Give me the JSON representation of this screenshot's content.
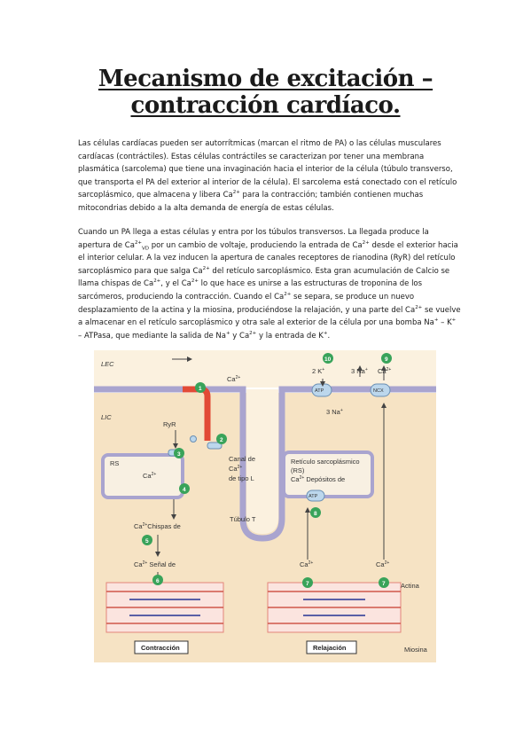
{
  "title": {
    "line1": "Mecanismo de excitación –",
    "line2": "contracción cardíaco."
  },
  "paragraph1": {
    "a": "Las células cardíacas pueden ser autorrítmicas (marcan el ritmo de PA) o las células musculares cardíacas (contráctiles). Estas células contráctiles se caracterizan por tener una membrana plasmática (sarcolema) que tiene una invaginación hacia el interior de la célula (túbulo transverso, que transporta el PA del exterior al interior de la célula). El sarcolema está conectado con el retículo sarcoplásmico, que almacena y libera Ca",
    "b": " para la contracción; también contienen muchas mitocondrias debido a la alta demanda de energía de estas células."
  },
  "paragraph2": {
    "a": "Cuando un PA llega a estas células y entra por los túbulos transversos. La llegada produce la apertura de Ca",
    "b": " por un cambio de voltaje, produciendo la entrada de Ca",
    "c": " desde el exterior hacia el interior celular. A la vez inducen la apertura de canales receptores de rianodina (RyR) del retículo sarcoplásmico para que salga Ca",
    "d": " del retículo sarcoplásmico. Esta gran acumulación de Calcio se llama chispas de Ca",
    "e": ", y el Ca",
    "f": " lo que hace es unirse a las estructuras de troponina de los sarcómeros, produciendo la contracción. Cuando el Ca",
    "g": " se separa, se produce un nuevo desplazamiento de la actina y la miosina, produciéndose la relajación, y una parte del Ca",
    "h": " se vuelve a almacenar en el retículo sarcoplásmico y otra sale al exterior de la célula por una bomba Na",
    "i": " – K",
    "j": " – ATPasa, que mediante la salida de Na",
    "k": " y Ca",
    "l": " y la entrada de K",
    "m": "."
  },
  "sup": {
    "ca": "2+",
    "plus": "+"
  },
  "sub": {
    "vd": "VD"
  },
  "figure": {
    "lec": "LEC",
    "lic": "LIC",
    "ryr": "RyR",
    "rs": "RS",
    "ca": "Ca",
    "ca_sup": "2+",
    "canal_l1": "Canal de",
    "canal_l2": "Ca",
    "canal_l3": "de tipo L",
    "tubulo": "Túbulo T",
    "chispas": "Chispas de",
    "chispas_ca": "Ca",
    "senal": "Señal de",
    "retic1": "Retículo sarcoplásmico",
    "retic2": "(RS)",
    "depositos": "Depósitos de",
    "atp": "ATP",
    "ncx": "NCX",
    "k2": "2 K",
    "na3": "3 Na",
    "actina": "Actina",
    "miosina": "Miosina",
    "contraccion": "Contracción",
    "relajacion": "Relajación",
    "numbers": [
      "1",
      "2",
      "3",
      "4",
      "5",
      "6",
      "7",
      "7",
      "8",
      "9",
      "10"
    ],
    "colors": {
      "membrane": "#a9a4cf",
      "cytoplasm": "#f6e3c4",
      "extracellular": "#fbf1df",
      "step": "#39a35a",
      "depol": "#e24a36"
    }
  }
}
